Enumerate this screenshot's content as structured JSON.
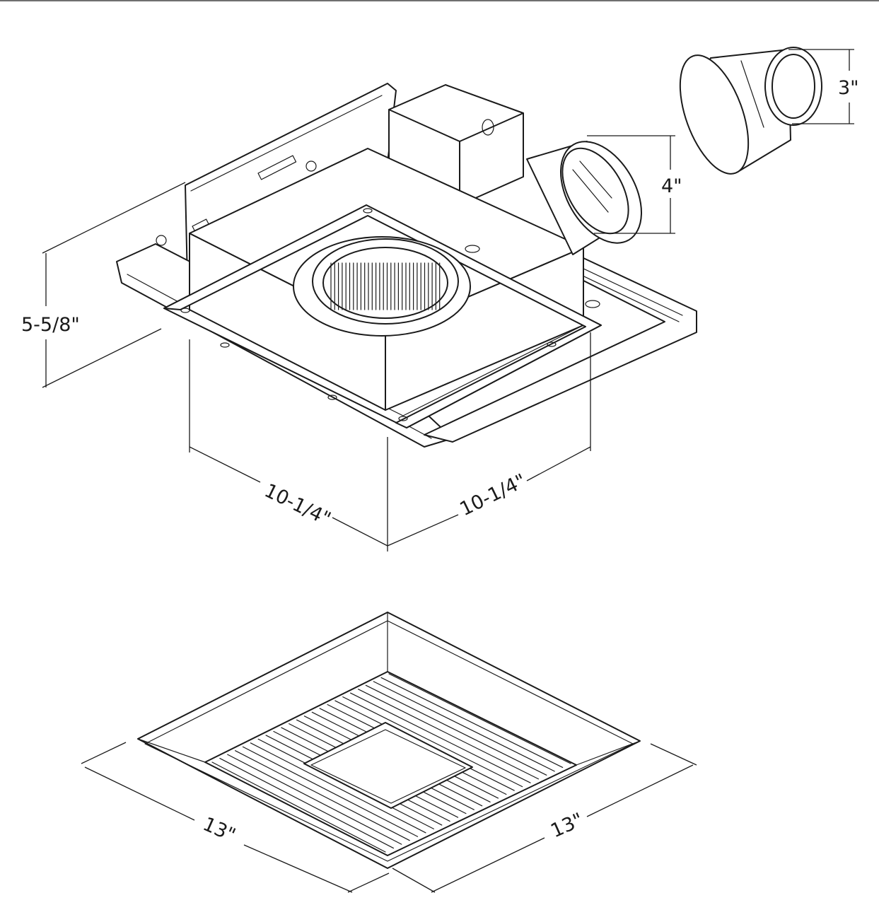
{
  "dimensions": {
    "height_housing": "5-5/8\"",
    "width_left": "10-1/4\"",
    "width_right": "10-1/4\"",
    "duct_4": "4\"",
    "duct_3": "3\"",
    "grille_left": "13\"",
    "grille_right": "13\""
  }
}
